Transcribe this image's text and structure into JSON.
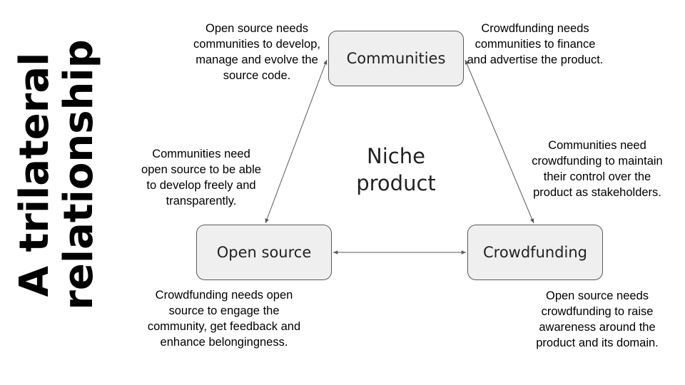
{
  "title": {
    "line1": "A trilateral",
    "line2": "relationship"
  },
  "nodes": {
    "communities": "Communities",
    "open_source": "Open source",
    "crowdfunding": "Crowdfunding"
  },
  "center": {
    "line1": "Niche",
    "line2": "product"
  },
  "notes": {
    "os_needs_communities": "Open source needs communities to develop, manage and evolve the source code.",
    "cf_needs_communities": "Crowdfunding needs communities to finance and advertise the product.",
    "communities_need_os": "Communities need open source to be able to develop freely and transparently.",
    "communities_need_cf": "Communities need crowdfunding to maintain their control over the product as stakeholders.",
    "cf_needs_os": "Crowdfunding needs open source to engage the community, get feedback and enhance belongingness.",
    "os_needs_cf": "Open source needs crowdfunding to raise awareness around the product and its domain."
  },
  "colors": {
    "node_fill": "#efefef",
    "node_border": "#595959",
    "arrow": "#595959"
  }
}
